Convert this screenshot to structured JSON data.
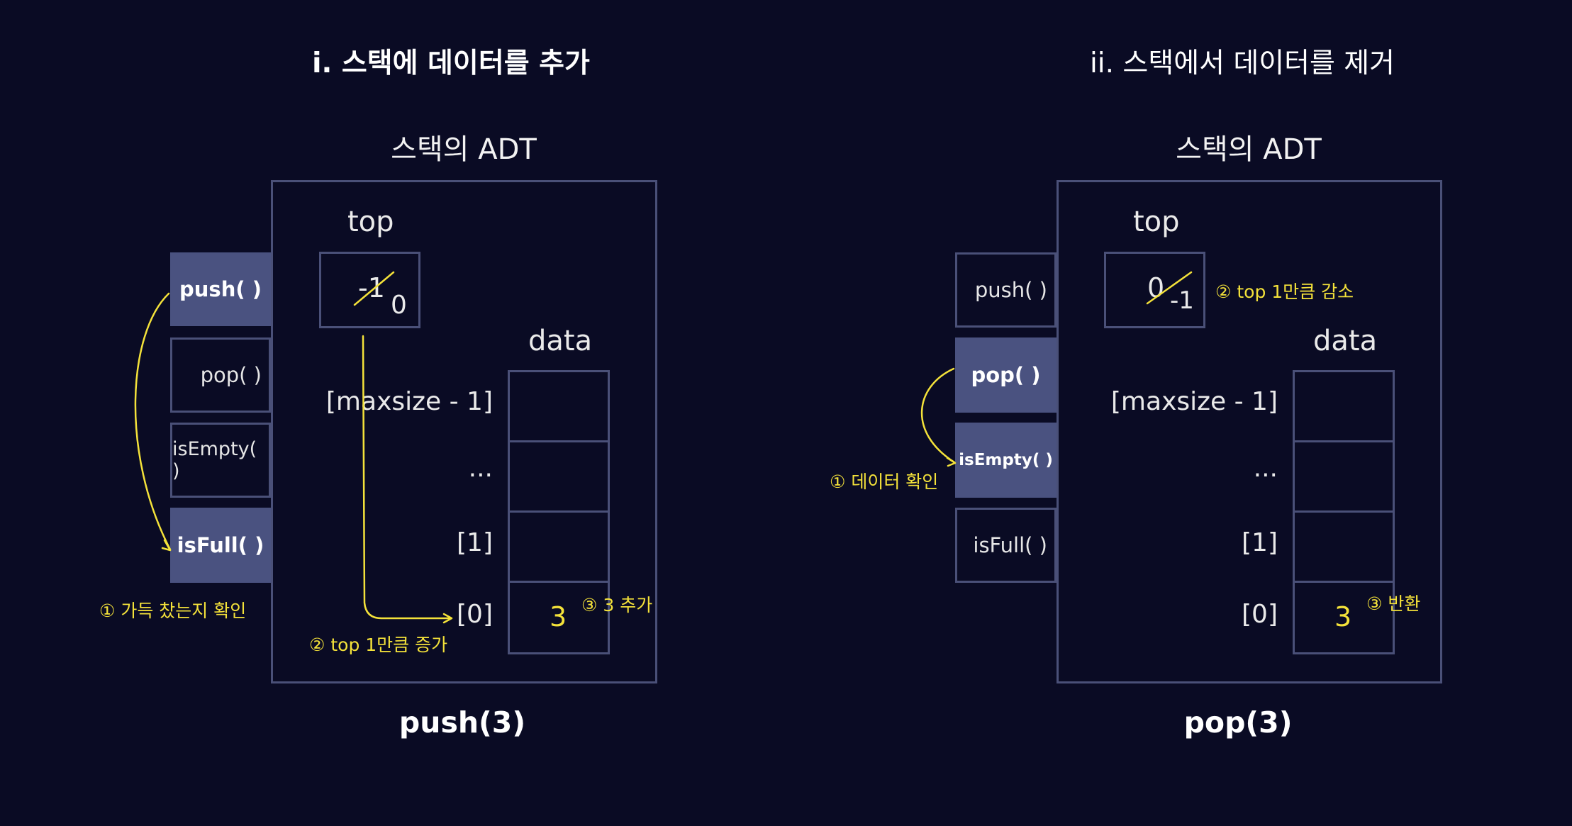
{
  "left": {
    "title": "i. 스택에 데이터를 추가",
    "adt_label": "스택의 ADT",
    "top_label": "top",
    "top_old": "-1",
    "top_new": "0",
    "data_label": "data",
    "methods": [
      "push( )",
      "pop( )",
      "isEmpty( )",
      "isFull( )"
    ],
    "highlighted": [
      "push( )",
      "isFull( )"
    ],
    "indices": [
      "[maxsize - 1]",
      "...",
      "[1]",
      "[0]"
    ],
    "cell_value": "3",
    "annotations": {
      "step1": "① 가득 찼는지 확인",
      "step2": "② top 1만큼 증가",
      "step3": "③ 3 추가"
    },
    "caption": "push(3)"
  },
  "right": {
    "title": "ii. 스택에서 데이터를 제거",
    "adt_label": "스택의 ADT",
    "top_label": "top",
    "top_old": "0",
    "top_new": "-1",
    "data_label": "data",
    "methods": [
      "push( )",
      "pop( )",
      "isEmpty( )",
      "isFull( )"
    ],
    "highlighted": [
      "pop( )",
      "isEmpty( )"
    ],
    "indices": [
      "[maxsize - 1]",
      "...",
      "[1]",
      "[0]"
    ],
    "cell_value": "3",
    "annotations": {
      "step1": "① 데이터 확인",
      "step2": "② top 1만큼 감소",
      "step3": "③ 반환"
    },
    "caption": "pop(3)"
  },
  "colors": {
    "background": "#0a0b24",
    "border": "#4a5078",
    "highlight": "#4a5280",
    "annotation": "#f4e23a"
  }
}
